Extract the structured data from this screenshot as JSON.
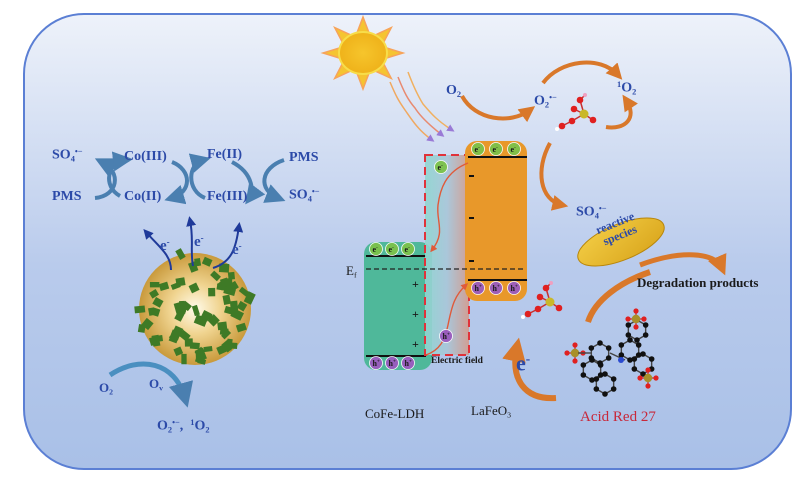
{
  "diagram": {
    "colors": {
      "panel_border": "#5b7fd4",
      "panel_top": "#eef2fa",
      "panel_bottom": "#a8bfe6",
      "cycle_arrow": "#4a7fb0",
      "orange_arrow": "#d9782a",
      "ldh_green": "#4fb89a",
      "lafeo3_orange": "#e8982a",
      "electron_green": "#7cc24a",
      "hole_purple": "#9a5bbf",
      "field_red": "#e0323a",
      "label_blue": "#2c4aa8",
      "label_red": "#c8283a",
      "ellipse_gold": "#e8b830"
    },
    "left_cycle": {
      "so4_left": "SO",
      "so4_left_sub": "4",
      "so4_left_sup": "•−",
      "pms_left": "PMS",
      "co3": "Co(III)",
      "co2": "Co(II)",
      "fe2": "Fe(II)",
      "fe3": "Fe(III)",
      "pms_right": "PMS",
      "so4_right": "SO",
      "so4_right_sub": "4",
      "so4_right_sup": "•−"
    },
    "particle": {
      "electron_labels": [
        "e",
        "e",
        "e"
      ],
      "electron_sup": "-"
    },
    "left_bottom": {
      "o2": "O",
      "o2_sub": "2",
      "ov": "O",
      "ov_sub": "v",
      "product_o2": "O",
      "product_o2_sub": "2",
      "product_o2_sup": "•−",
      "comma": ",",
      "singlet_sup": "1",
      "singlet": "O",
      "singlet_sub": "2"
    },
    "band_diagram": {
      "ef_label": "E",
      "ef_sub": "f",
      "electric_field_label": "Electric field",
      "cofe_ldh_label": "CoFe-LDH",
      "lafeo3_label": "LaFeO",
      "lafeo3_sub": "3",
      "electron": "e",
      "electron_sup": "-",
      "hole": "h",
      "hole_sup": "+",
      "plus_sign": "+",
      "minus_sign": "−"
    },
    "top_right": {
      "o2": "O",
      "o2_sub": "2",
      "superoxide": "O",
      "superoxide_sub": "2",
      "superoxide_sup": "•−",
      "singlet_sup": "1",
      "singlet": "O",
      "singlet_sub": "2"
    },
    "right_side": {
      "so4": "SO",
      "so4_sub": "4",
      "so4_sup": "•−",
      "reactive_line1": "reactive",
      "reactive_line2": "species",
      "degradation": "Degradation products",
      "electron": "e",
      "electron_sup": "-",
      "dye_name": "Acid Red 27"
    }
  }
}
